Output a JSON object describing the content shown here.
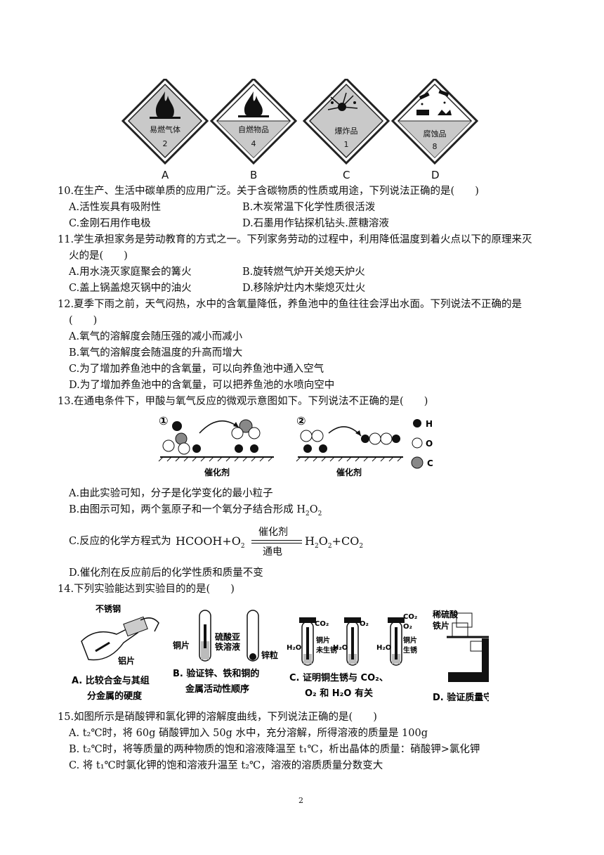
{
  "hazard_signs": [
    {
      "letter": "A",
      "label": "易燃气体",
      "number": "2"
    },
    {
      "letter": "B",
      "label": "自燃物品",
      "number": "4"
    },
    {
      "letter": "C",
      "label": "爆炸品",
      "number": "1"
    },
    {
      "letter": "D",
      "label": "腐蚀品",
      "number": "8"
    }
  ],
  "q10": {
    "stem": "10.在生产、生活中碳单质的应用广泛。关于含碳物质的性质或用途，下列说法正确的是(　　)",
    "A": "A.活性炭具有吸附性",
    "B": "B.木炭常温下化学性质很活泼",
    "C": "C.金刚石用作电极",
    "D": "D.石墨用作钻探机钻头.蔗糖溶液"
  },
  "q11": {
    "stem1": "11.学生承担家务是劳动教育的方式之一。下列家务劳动的过程中，利用降低温度到着火点以下的原理来灭",
    "stem2": "火的是(　　)",
    "A": "A.用水浇灭家庭聚会的篝火",
    "B": "B.旋转燃气炉开关熄天炉火",
    "C": "C.盖上锅盖熄灭锅中的油火",
    "D": "D.移除炉灶内木柴熄灭灶火"
  },
  "q12": {
    "stem1": "12.夏季下雨之前，天气闷热，水中的含氧量降低，养鱼池中的鱼往往会浮出水面。下列说法不正确的是",
    "stem2": "(　　)",
    "A": "A.氧气的溶解度会随压强的减小而减小",
    "B": "B.氧气的溶解度会随温度的升高而增大",
    "C": "C.为了增加养鱼池中的含氧量，可以向养鱼池中通入空气",
    "D": "D.为了增加养鱼池中的含氧量，可以把养鱼池的水喷向空中"
  },
  "q13": {
    "stem": "13.在通电条件下，甲酸与氧气反应的微观示意图如下。下列说法不正确的是(　　)",
    "diagram": {
      "step1": "①",
      "step2": "②",
      "catalyst1": "催化剂",
      "catalyst2": "催化剂",
      "legend_H": "H",
      "legend_O": "O",
      "legend_C": "C"
    },
    "A": "A.由此实验可知，分子是化学变化的最小粒子",
    "B_prefix": "B.由图示可知，两个氢原子和一个氧分子结合形成 H",
    "B_sub": "2",
    "B_mid": "O",
    "B_sub2": "2",
    "C_prefix": "C.反应的化学方程式为",
    "C_left": "HCOOH+O",
    "C_left_sub": "2",
    "C_over": "催化剂",
    "C_under": "通电",
    "C_right1": "H",
    "C_right_sub1": "2",
    "C_right2": "O",
    "C_right_sub2": "2",
    "C_right3": "+CO",
    "C_right_sub3": "2",
    "D": "D.催化剂在反应前后的化学性质和质量不变"
  },
  "q14": {
    "stem": "14.下列实验能达到实验目的的是(　　)",
    "figA": {
      "label1": "不锈钢",
      "label2": "铝片",
      "cap1": "A. 比较合金与其组",
      "cap2": "分金属的硬度"
    },
    "figB": {
      "label1": "铜片",
      "label2": "硫酸亚",
      "label3": "铁溶液",
      "label4": "锌粒",
      "cap1": "B. 验证锌、铁和铜的",
      "cap2": "金属活动性顺序"
    },
    "figC": {
      "g1": "CO₂",
      "g2": "O₂",
      "g3a": "CO₂",
      "g3b": "O₂",
      "w1": "H₂O",
      "w2": "H₂O",
      "w3": "H₂O",
      "t1": "铜片",
      "t2": "未生锈",
      "t3": "铜片",
      "t4": "生锈",
      "cap1": "C. 证明铜生锈与 CO₂、",
      "cap2": "O₂ 和 H₂O 有关"
    },
    "figD": {
      "label1": "稀硫酸",
      "label2": "铁片",
      "cap": "D. 验证质量守恒定律"
    }
  },
  "q15": {
    "stem": "15.如图所示是硝酸钾和氯化钾的溶解度曲线，下列说法正确的是(　　)",
    "A": "A. t₂℃时，将 60g 硝酸钾加入 50g 水中，充分溶解，所得溶液的质量是 100g",
    "B": "B. t₂℃时，将等质量的两种物质的饱和溶液降温至 t₁℃，析出晶体的质量：硝酸钾>氯化钾",
    "C": "C. 将 t₁℃时氯化钾的饱和溶液升温至 t₂℃，溶液的溶质质量分数变大"
  },
  "page_number": "2"
}
